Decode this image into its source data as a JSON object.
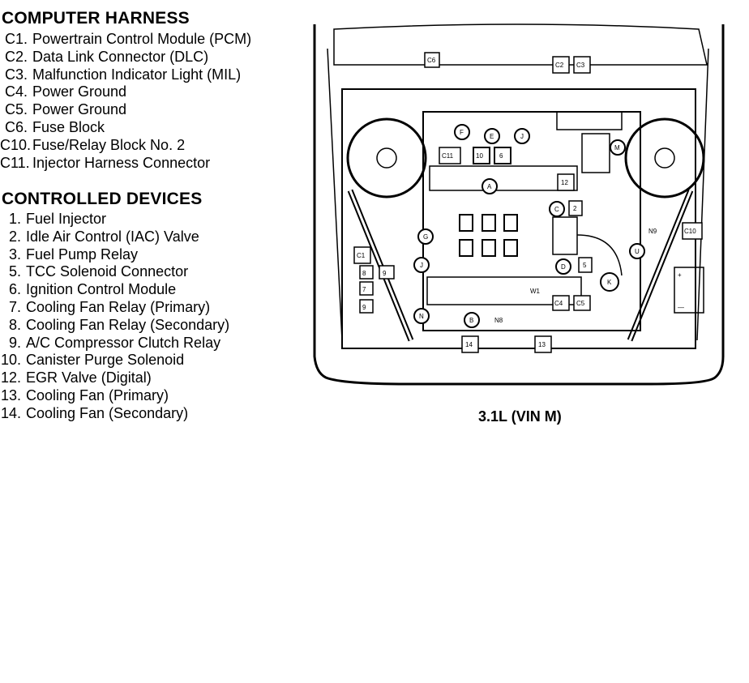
{
  "computer_harness": {
    "title": "COMPUTER HARNESS",
    "items": [
      {
        "code": "C1.",
        "label": "Powertrain Control Module (PCM)"
      },
      {
        "code": "C2.",
        "label": "Data Link Connector (DLC)"
      },
      {
        "code": "C3.",
        "label": "Malfunction Indicator Light (MIL)"
      },
      {
        "code": "C4.",
        "label": "Power Ground"
      },
      {
        "code": "C5.",
        "label": "Power Ground"
      },
      {
        "code": "C6.",
        "label": "Fuse Block"
      },
      {
        "code": "C10.",
        "label": "Fuse/Relay Block No. 2"
      },
      {
        "code": "C11.",
        "label": "Injector Harness Connector"
      }
    ]
  },
  "controlled_devices": {
    "title": "CONTROLLED DEVICES",
    "items": [
      {
        "code": "1.",
        "label": "Fuel Injector"
      },
      {
        "code": "2.",
        "label": "Idle Air Control (IAC) Valve"
      },
      {
        "code": "3.",
        "label": "Fuel Pump Relay"
      },
      {
        "code": "5.",
        "label": "TCC Solenoid Connector"
      },
      {
        "code": "6.",
        "label": "Ignition Control Module"
      },
      {
        "code": "7.",
        "label": "Cooling Fan Relay (Primary)"
      },
      {
        "code": "8.",
        "label": "Cooling Fan Relay (Secondary)"
      },
      {
        "code": "9.",
        "label": "A/C Compressor Clutch Relay"
      },
      {
        "code": "10.",
        "label": "Canister Purge Solenoid"
      },
      {
        "code": "12.",
        "label": "EGR Valve (Digital)"
      },
      {
        "code": "13.",
        "label": "Cooling Fan (Primary)"
      },
      {
        "code": "14.",
        "label": "Cooling Fan (Secondary)"
      }
    ]
  },
  "diagram": {
    "caption": "3.1L (VIN M)",
    "labels": {
      "c6": "C6",
      "c2": "C2",
      "c3": "C3",
      "c11": "C11",
      "c10": "C10",
      "c4": "C4",
      "c5": "C5",
      "c1": "C1",
      "r10": "10",
      "r6": "6",
      "r12": "12",
      "r2": "2",
      "r5": "5",
      "r14": "14",
      "r13": "13",
      "r7": "7",
      "r8": "8",
      "r9": "9",
      "a": "A",
      "b": "B",
      "c": "C",
      "d": "D",
      "e": "E",
      "f": "F",
      "g": "G",
      "j": "J",
      "k": "K",
      "m": "M",
      "n": "N",
      "u": "U",
      "n8": "N8",
      "n9": "N9",
      "w1": "W1",
      "plus": "+",
      "minus": "—"
    }
  }
}
